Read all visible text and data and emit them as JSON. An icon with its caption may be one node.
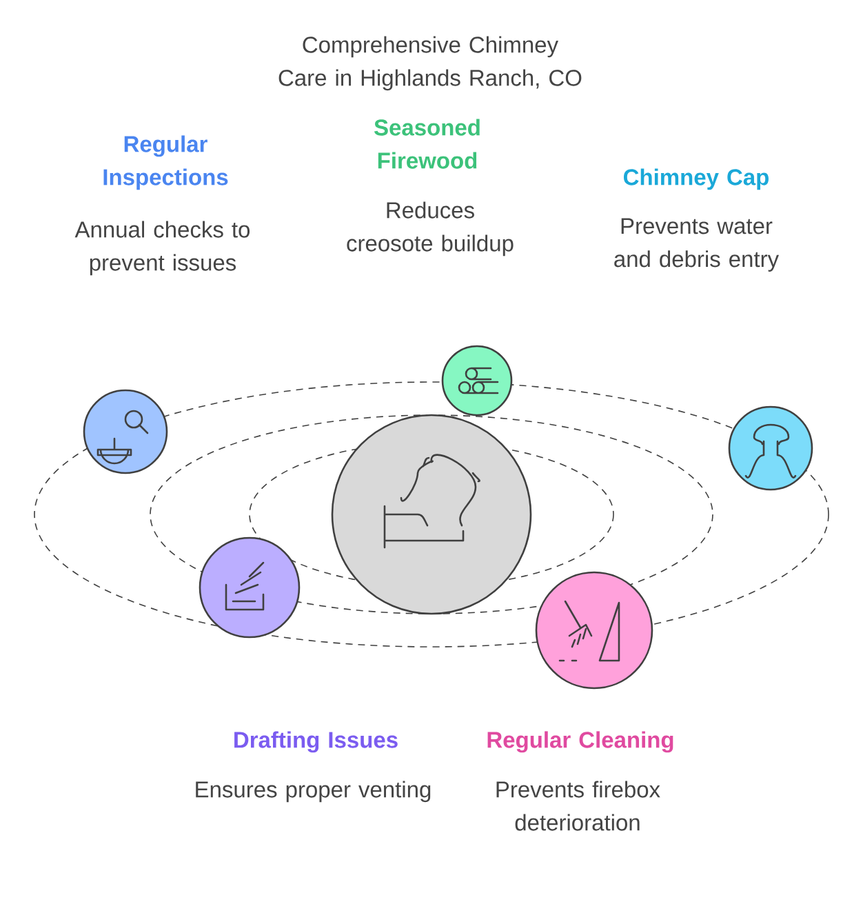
{
  "diagram": {
    "title": "Comprehensive Chimney Care in Highlands Ranch, CO",
    "nodes": [
      {
        "text": [],
        "shape": "circle"
      },
      {
        "text": [],
        "shape": "circle",
        "beside": [
          "Regular Inspections",
          "Annual checks to prevent issues"
        ]
      },
      {
        "text": [],
        "shape": "circle",
        "beside": [
          "Seasoned Firewood",
          "Reduces creosote buildup"
        ]
      },
      {
        "text": [],
        "shape": "circle",
        "beside": [
          "Chimney Cap",
          "Prevents water and debris entry"
        ]
      },
      {
        "text": [],
        "shape": "circle",
        "beside": [
          "Drafting Issues",
          "Ensures proper venting"
        ]
      },
      {
        "text": [],
        "shape": "circle",
        "beside": [
          "Regular Cleaning",
          "Prevents firebox deterioration"
        ]
      }
    ]
  }
}
